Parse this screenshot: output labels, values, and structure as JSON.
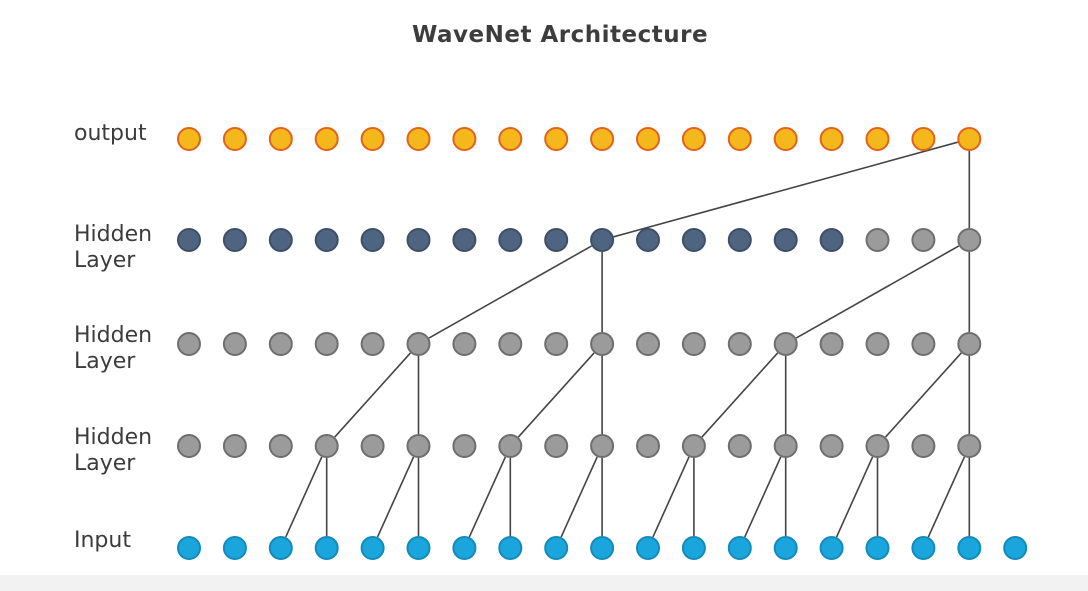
{
  "title": "WaveNet Architecture",
  "rows": [
    {
      "key": "output",
      "label": "output"
    },
    {
      "key": "hidden1",
      "label": "Hidden\nLayer"
    },
    {
      "key": "hidden2",
      "label": "Hidden\nLayer"
    },
    {
      "key": "hidden3",
      "label": "Hidden\nLayer"
    },
    {
      "key": "input",
      "label": "Input"
    }
  ],
  "colors": {
    "output_fill": "#f5b81c",
    "output_stroke": "#e2621b",
    "hidden_dark_fill": "#4e6480",
    "hidden_dark_stroke": "#3e4f66",
    "hidden_gray_fill": "#9b9b9b",
    "hidden_gray_stroke": "#6e6e6e",
    "input_fill": "#1aa6dd",
    "input_stroke": "#138bba",
    "edge": "#444444"
  },
  "node_counts": {
    "output": 18,
    "hidden1": 18,
    "hidden2": 18,
    "hidden3": 18,
    "input": 19
  },
  "hidden1_dark_count": 15,
  "connections": [
    {
      "from": "output:17",
      "to": "hidden1:9"
    },
    {
      "from": "output:17",
      "to": "hidden1:17"
    },
    {
      "from": "hidden1:9",
      "to": "hidden2:5"
    },
    {
      "from": "hidden1:9",
      "to": "hidden2:9"
    },
    {
      "from": "hidden1:17",
      "to": "hidden2:13"
    },
    {
      "from": "hidden1:17",
      "to": "hidden2:17"
    },
    {
      "from": "hidden2:5",
      "to": "hidden3:3"
    },
    {
      "from": "hidden2:5",
      "to": "hidden3:5"
    },
    {
      "from": "hidden2:9",
      "to": "hidden3:7"
    },
    {
      "from": "hidden2:9",
      "to": "hidden3:9"
    },
    {
      "from": "hidden2:13",
      "to": "hidden3:11"
    },
    {
      "from": "hidden2:13",
      "to": "hidden3:13"
    },
    {
      "from": "hidden2:17",
      "to": "hidden3:15"
    },
    {
      "from": "hidden2:17",
      "to": "hidden3:17"
    },
    {
      "from": "hidden3:3",
      "to": "input:2"
    },
    {
      "from": "hidden3:3",
      "to": "input:3"
    },
    {
      "from": "hidden3:5",
      "to": "input:4"
    },
    {
      "from": "hidden3:5",
      "to": "input:5"
    },
    {
      "from": "hidden3:7",
      "to": "input:6"
    },
    {
      "from": "hidden3:7",
      "to": "input:7"
    },
    {
      "from": "hidden3:9",
      "to": "input:8"
    },
    {
      "from": "hidden3:9",
      "to": "input:9"
    },
    {
      "from": "hidden3:11",
      "to": "input:10"
    },
    {
      "from": "hidden3:11",
      "to": "input:11"
    },
    {
      "from": "hidden3:13",
      "to": "input:12"
    },
    {
      "from": "hidden3:13",
      "to": "input:13"
    },
    {
      "from": "hidden3:15",
      "to": "input:14"
    },
    {
      "from": "hidden3:15",
      "to": "input:15"
    },
    {
      "from": "hidden3:17",
      "to": "input:16"
    },
    {
      "from": "hidden3:17",
      "to": "input:17"
    }
  ]
}
